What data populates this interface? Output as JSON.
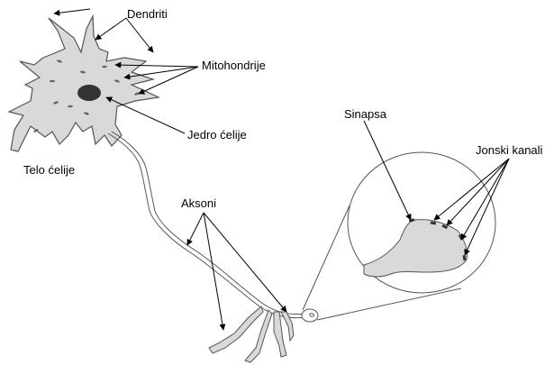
{
  "labels": {
    "dendrites": "Dendriti",
    "mitochondria": "Mitohondrije",
    "nucleus": "Jedro ćelije",
    "cell_body": "Telo ćelije",
    "axons": "Aksoni",
    "synapse": "Sinapsa",
    "ion_channels": "Jonski kanali"
  },
  "colors": {
    "fill": "#d9d9d9",
    "stroke": "#555555",
    "nucleus": "#333333",
    "text": "#000000"
  }
}
